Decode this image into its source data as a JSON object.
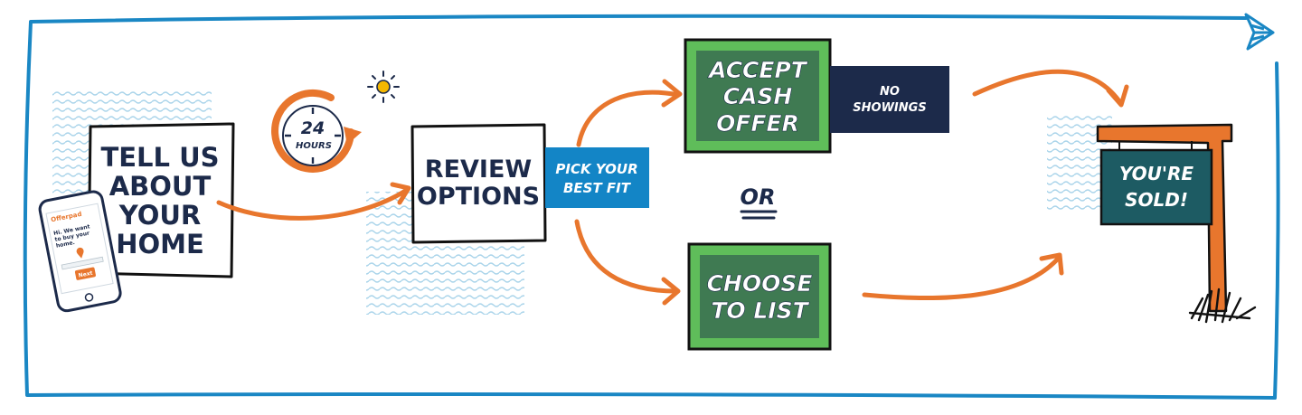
{
  "steps": {
    "tell": {
      "lines": [
        "TELL US",
        "ABOUT",
        "YOUR",
        "HOME"
      ]
    },
    "timer": {
      "number": "24",
      "unit": "HOURS"
    },
    "review": {
      "lines": [
        "REVIEW",
        "OPTIONS"
      ],
      "tag_lines": [
        "PICK YOUR",
        "BEST FIT"
      ]
    },
    "cash": {
      "lines": [
        "ACCEPT",
        "CASH",
        "OFFER"
      ],
      "tag_lines": [
        "NO",
        "SHOWINGS"
      ]
    },
    "or": {
      "text": "OR"
    },
    "list": {
      "lines": [
        "CHOOSE",
        "TO LIST"
      ]
    },
    "sold": {
      "lines": [
        "YOU'RE",
        "SOLD!"
      ]
    }
  },
  "phone": {
    "brand": "Offerpad",
    "message_lines": [
      "Hi. We want",
      "to buy your",
      "home."
    ],
    "button": "Next"
  },
  "colors": {
    "frame_blue": "#1a87c4",
    "arrow_orange": "#e8762d",
    "green": "#5fbd5a",
    "dark_green": "#3f7a52",
    "navy": "#1c2a4a",
    "teal": "#1d5b63",
    "tag_blue": "#1385c6",
    "sun_yellow": "#f5b800",
    "wave_blue": "#a9d4ea"
  },
  "icons": [
    "stopwatch-icon",
    "sun-icon",
    "location-pin-icon",
    "paper-plane-icon",
    "grass-icon"
  ]
}
